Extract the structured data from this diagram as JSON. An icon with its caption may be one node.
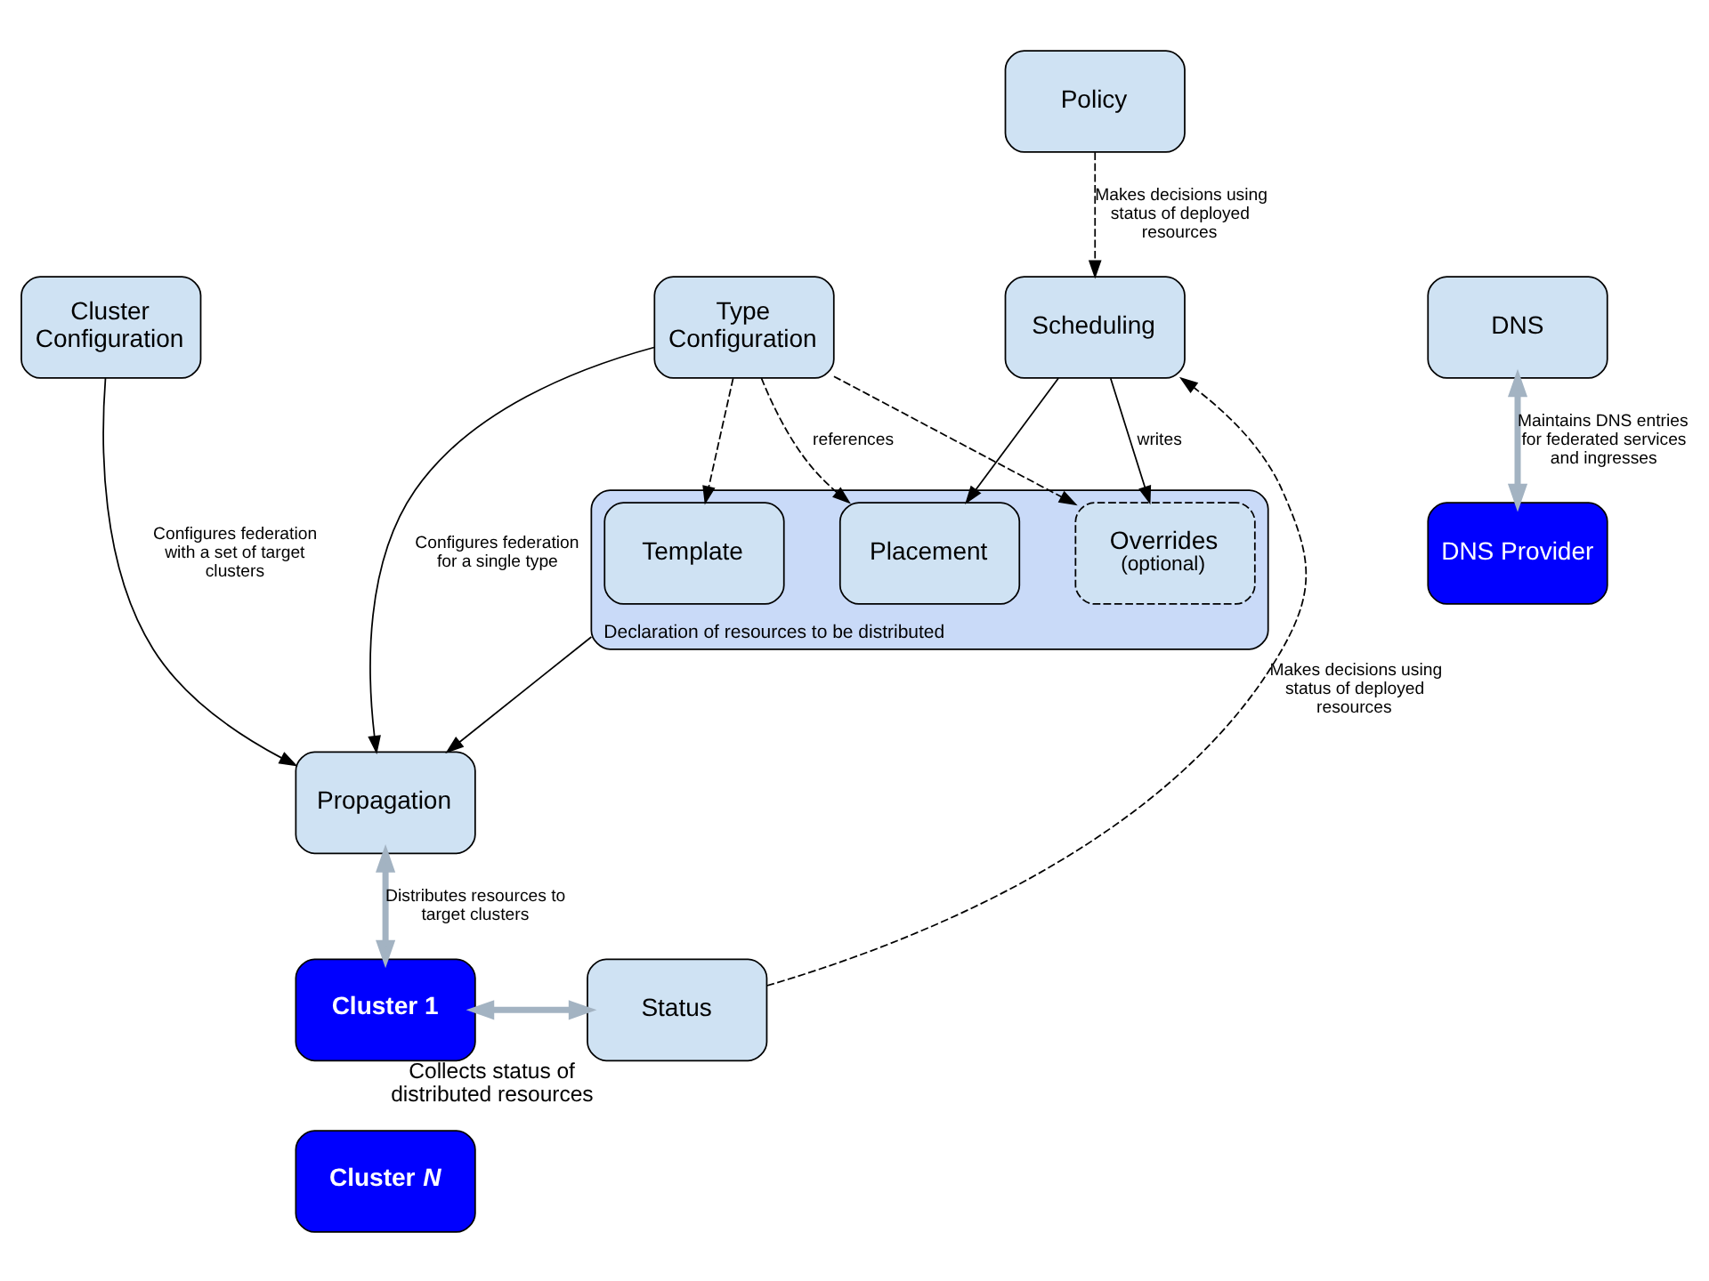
{
  "diagram": {
    "nodes": [
      {
        "text": [
          "Type Configuration"
        ]
      },
      {
        "text": [
          "Cluster Configuration"
        ]
      },
      {
        "text": [
          "Declaration of resources to be distributed"
        ]
      },
      {
        "text": [
          "Template"
        ],
        "in": 2
      },
      {
        "text": [
          "Placement"
        ],
        "in": 2
      },
      {
        "text": [
          "Overrides",
          "(optional)"
        ],
        "in": 2
      },
      {
        "text": [
          "Propagation"
        ]
      },
      {
        "text": [
          "DNS"
        ]
      },
      {
        "text": [
          "Scheduling"
        ]
      },
      {
        "text": [
          "Cluster 1"
        ]
      },
      {
        "text": [
          "Cluster *N*"
        ]
      },
      {
        "text": [
          "DNS Provider"
        ]
      },
      {
        "text": [
          "Status"
        ],
        "beside": [
          "Collects status of distributed resources"
        ]
      },
      {
        "text": [
          "Policy"
        ]
      }
    ],
    "edges": [
      {
        "from": 0,
        "to": 3,
        "arrow": "to",
        "style": "dashed"
      },
      {
        "from": 0,
        "to": 4,
        "arrow": "to",
        "style": "dashed",
        "label": "references"
      },
      {
        "from": 0,
        "to": 5,
        "arrow": "to",
        "style": "dashed"
      },
      {
        "from": 0,
        "to": 6,
        "arrow": "to",
        "label": "Configures federation for a single type"
      },
      {
        "from": 2,
        "to": 6,
        "arrow": "to"
      },
      {
        "from": 1,
        "to": 6,
        "arrow": "to",
        "label": "Configures federation with a set of target clusters"
      },
      {
        "from": 8,
        "to": 4,
        "arrow": "to"
      },
      {
        "from": 8,
        "to": 5,
        "arrow": "to",
        "label": "writes"
      },
      {
        "from": 13,
        "to": 8,
        "arrow": "to",
        "style": "dashed",
        "label": "Makes decisions using status of deployed resources"
      },
      {
        "from": 12,
        "to": 8,
        "arrow": "to",
        "style": "dashed",
        "label": "Makes decisions using status of deployed resources"
      },
      {
        "from": 6,
        "to": 9,
        "arrow": "both",
        "style": "thick",
        "color": "#a3b3c2",
        "label": "Distributes resources to target clusters"
      },
      {
        "from": 7,
        "to": 11,
        "arrow": "both",
        "style": "thick",
        "color": "#a3b3c2",
        "label": "Maintains DNS entries for federated services and ingresses"
      },
      {
        "from": 12,
        "to": 9,
        "arrow": "both",
        "style": "thick",
        "color": "#a3b3c2"
      }
    ]
  }
}
